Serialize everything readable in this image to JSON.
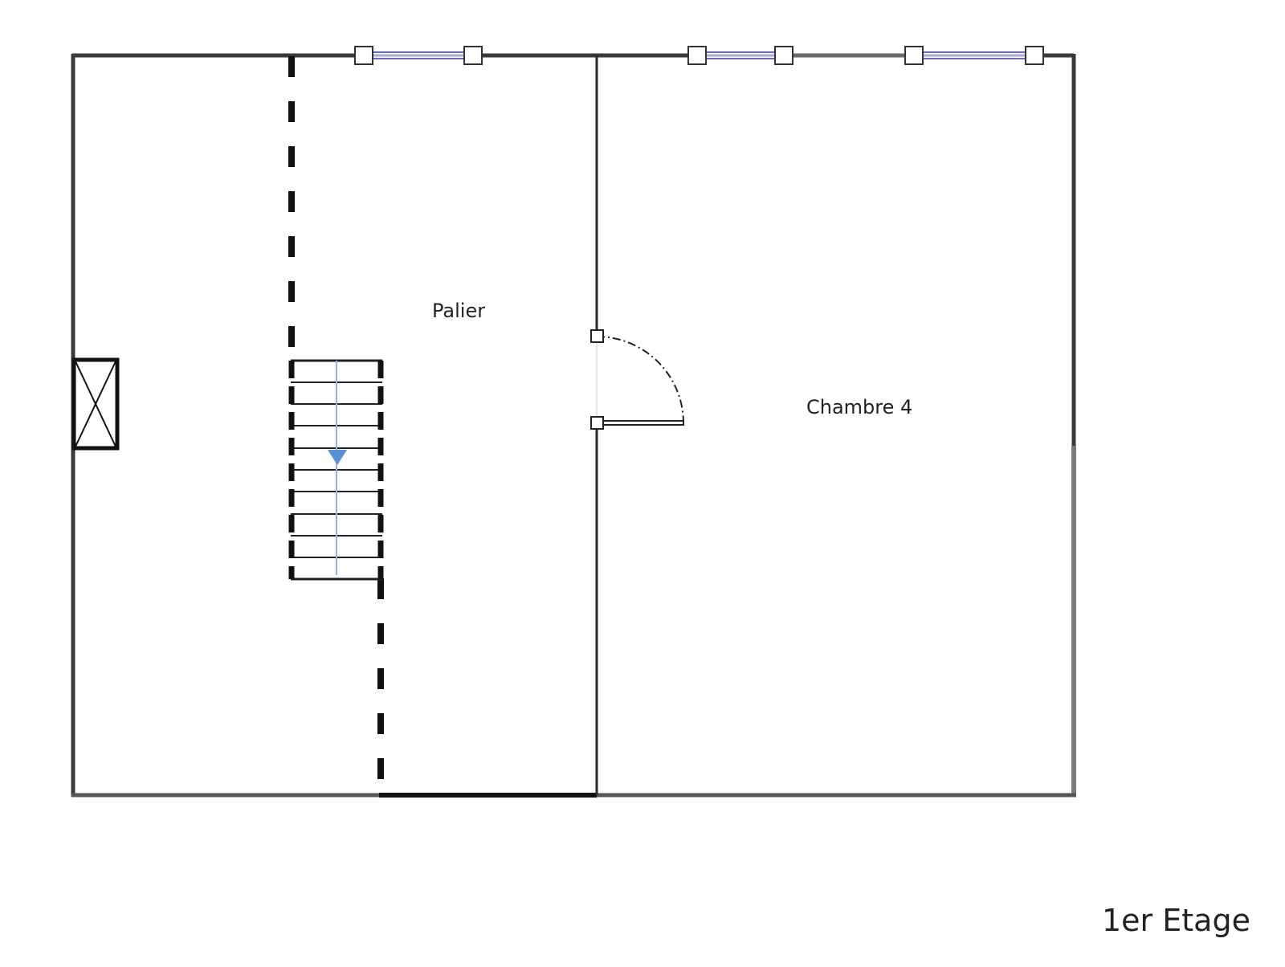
{
  "plan": {
    "rooms": [
      {
        "id": "palier",
        "label": "Palier"
      },
      {
        "id": "chambre4",
        "label": "Chambre 4"
      }
    ],
    "floor_label": "1er Etage",
    "colors": {
      "wall": "#3a3a3a",
      "wall_light": "#7a7a7a",
      "window_glass": "#6a6ac8",
      "stair_arrow": "#5b8fd6",
      "stair_line": "#8fb4e8",
      "background": "#ffffff"
    },
    "stair_direction": "down",
    "symbols": [
      "stair",
      "door",
      "window",
      "window",
      "window",
      "shaft-opening"
    ]
  }
}
